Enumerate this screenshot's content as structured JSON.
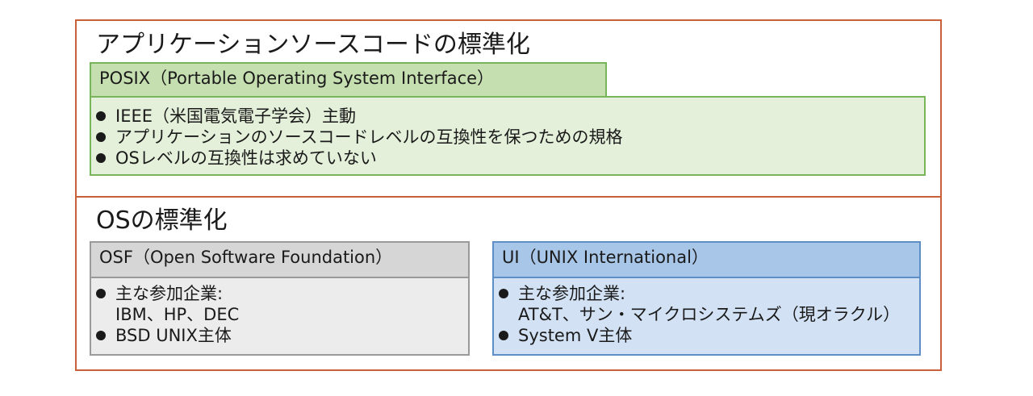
{
  "posix_section": {
    "title": "アプリケーションソースコードの標準化",
    "tab": "POSIX（Portable Operating System Interface）",
    "bullets": [
      "IEEE（米国電気電子学会）主動",
      "アプリケーションのソースコードレベルの互換性を保つための規格",
      "OSレベルの互換性は求めていない"
    ]
  },
  "os_section": {
    "title": "OSの標準化",
    "osf": {
      "tab": "OSF（Open Software Foundation）",
      "bullet1_line1": "主な参加企業:",
      "bullet1_line2": "IBM、HP、DEC",
      "bullet2": "BSD UNIX主体"
    },
    "ui": {
      "tab": "UI（UNIX International）",
      "bullet1_line1": "主な参加企業:",
      "bullet1_line2": "AT&T、サン・マイクロシステムズ（現オラクル）",
      "bullet2": "System V主体"
    }
  },
  "colors": {
    "outer_border": "#c8613a",
    "green": "#78b459",
    "gray": "#9a9a9a",
    "blue": "#5d8fc6"
  }
}
